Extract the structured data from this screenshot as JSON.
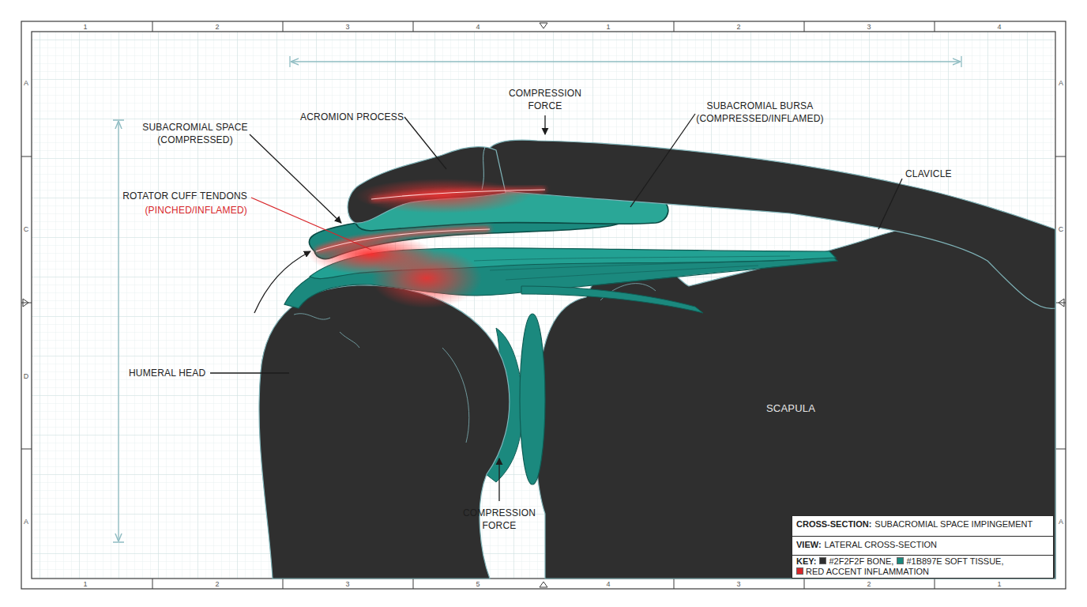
{
  "diagram": {
    "labels": [
      "1",
      "2",
      "3",
      "4",
      "1",
      "2",
      "3",
      "4",
      "1",
      "2",
      "3",
      "5",
      "4",
      "3",
      "2",
      "1",
      "A",
      "C",
      "D",
      "A",
      "A",
      "C",
      "A",
      "SUBACROMIAL SPACE (COMPRESSED)",
      "ACROMION PROCESS",
      "COMPRESSION FORCE",
      "SUBACROMIAL BURSA (COMPRESSED/INFLAMED)",
      "CLAVICLE",
      "ROTATOR CUFF TENDONS",
      "(PINCHED/INFLAMED)",
      "HUMERAL HEAD",
      "SCAPULA",
      "COMPRESSION FORCE",
      "CROSS-SECTION:",
      "SUBACROMIAL SPACE IMPINGEMENT",
      "VIEW:",
      "LATERAL CROSS-SECTION",
      "KEY:"
    ],
    "legend": [
      {
        "text": "#2F2F2F BONE,",
        "color": "#2F2F2F"
      },
      {
        "text": "#1B897E SOFT TISSUE,",
        "color": "#1B897E"
      },
      {
        "text": "RED ACCENT INFLAMMATION",
        "color": "#D8262A"
      }
    ]
  }
}
